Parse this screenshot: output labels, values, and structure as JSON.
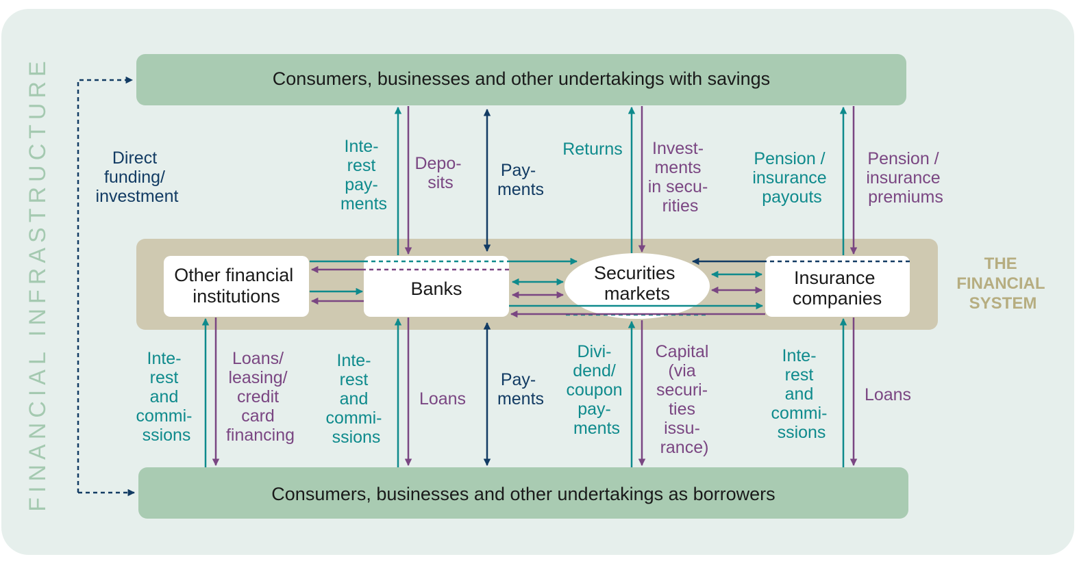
{
  "colors": {
    "background_panel": "#e6efec",
    "sector_box": "#a9cbb2",
    "system_band": "#cfc9b1",
    "infrastructure_text": "#a4c9b0",
    "system_text": "#b6ad80",
    "teal_flow": "#0e8a8c",
    "purple_flow": "#7a4682",
    "navy_flow": "#123b63"
  },
  "infrastructure_label": "FINANCIAL INFRASTRUCTURE",
  "system_label": [
    "THE",
    "FINANCIAL",
    "SYSTEM"
  ],
  "top_box": "Consumers, businesses and other undertakings with savings",
  "bottom_box": "Consumers, businesses and other undertakings as borrowers",
  "nodes": {
    "other_fi": [
      "Other financial",
      "institutions"
    ],
    "banks": [
      "Banks"
    ],
    "securities": [
      "Securities",
      "markets"
    ],
    "insurance": [
      "Insurance",
      "companies"
    ]
  },
  "direct_funding": [
    "Direct",
    "funding/",
    "investment"
  ],
  "top_flows": {
    "banks_up": [
      "Inte-",
      "rest",
      "pay-",
      "ments"
    ],
    "banks_down": [
      "Depo-",
      "sits"
    ],
    "payments": [
      "Pay-",
      "ments"
    ],
    "securities_up": [
      "Returns"
    ],
    "securities_down": [
      "Invest-",
      "ments",
      "in secu-",
      "rities"
    ],
    "insurance_up": [
      "Pension /",
      "insurance",
      "payouts"
    ],
    "insurance_down": [
      "Pension /",
      "insurance",
      "premiums"
    ]
  },
  "bottom_flows": {
    "other_fi_up": [
      "Inte-",
      "rest",
      "and",
      "commi-",
      "ssions"
    ],
    "other_fi_down": [
      "Loans/",
      "leasing/",
      "credit",
      "card",
      "financing"
    ],
    "banks_up": [
      "Inte-",
      "rest",
      "and",
      "commi-",
      "ssions"
    ],
    "banks_down": [
      "Loans"
    ],
    "payments": [
      "Pay-",
      "ments"
    ],
    "securities_up": [
      "Divi-",
      "dend/",
      "coupon",
      "pay-",
      "ments"
    ],
    "securities_down": [
      "Capital",
      "(via",
      "securi-",
      "ties",
      "issu-",
      "rance)"
    ],
    "insurance_up": [
      "Inte-",
      "rest",
      "and",
      "commi-",
      "ssions"
    ],
    "insurance_down": [
      "Loans"
    ]
  }
}
